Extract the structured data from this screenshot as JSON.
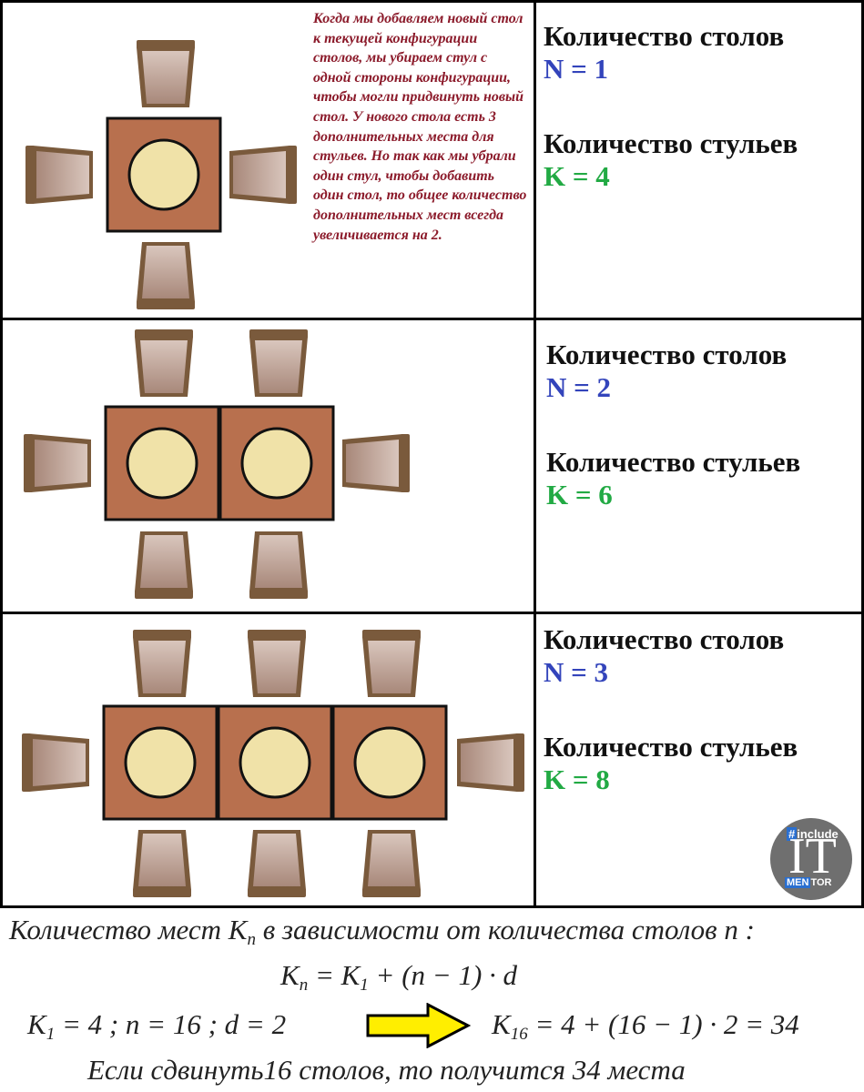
{
  "note": "Когда мы добавляем новый стол к текущей конфигурации столов, мы убираем стул с одной стороны конфигурации, чтобы могли придвинуть новый стол. У нового стола есть 3 дополнительных места для стульев. Но так как мы убрали один стул, чтобы добавить один стол, то общее количество дополнительных мест всегда увеличивается на 2.",
  "panels": [
    {
      "tables_label": "Количество столов",
      "n_text": "N = 1",
      "chairs_label": "Количество стульев",
      "k_text": "K = 4"
    },
    {
      "tables_label": "Количество столов",
      "n_text": "N = 2",
      "chairs_label": "Количество стульев",
      "k_text": "K = 6"
    },
    {
      "tables_label": "Количество столов",
      "n_text": "N = 3",
      "chairs_label": "Количество стульев",
      "k_text": "K = 8"
    }
  ],
  "logo": {
    "include": "include",
    "hash": "#",
    "it": "IT",
    "men": "MEN",
    "tor": "TOR"
  },
  "formula": {
    "line1_a": "Количество мест K",
    "line1_sub": "n",
    "line1_b": " в зависимости от количества столов  n  :",
    "line2_a": "K",
    "line2_sub": "n",
    "line2_b": " = K",
    "line2_sub2": "1",
    "line2_c": " + (n − 1) · d",
    "line3_a": "K",
    "line3_sub": "1",
    "line3_b": " = 4 ;    n = 16 ;    d = 2",
    "line4_a": "K",
    "line4_sub": "16",
    "line4_b": " = 4 + (16 − 1) · 2 = 34",
    "line5": "Если сдвинуть16 столов, то получится 34 места"
  },
  "colors": {
    "table": "#b8704e",
    "plate": "#f0e2a8",
    "chair_frame": "#7a5a3c",
    "chair_seat": "#c9b3a8",
    "note": "#8b1a2a",
    "n": "#3344bb",
    "k": "#22aa44",
    "arrow": "#ffee00"
  }
}
